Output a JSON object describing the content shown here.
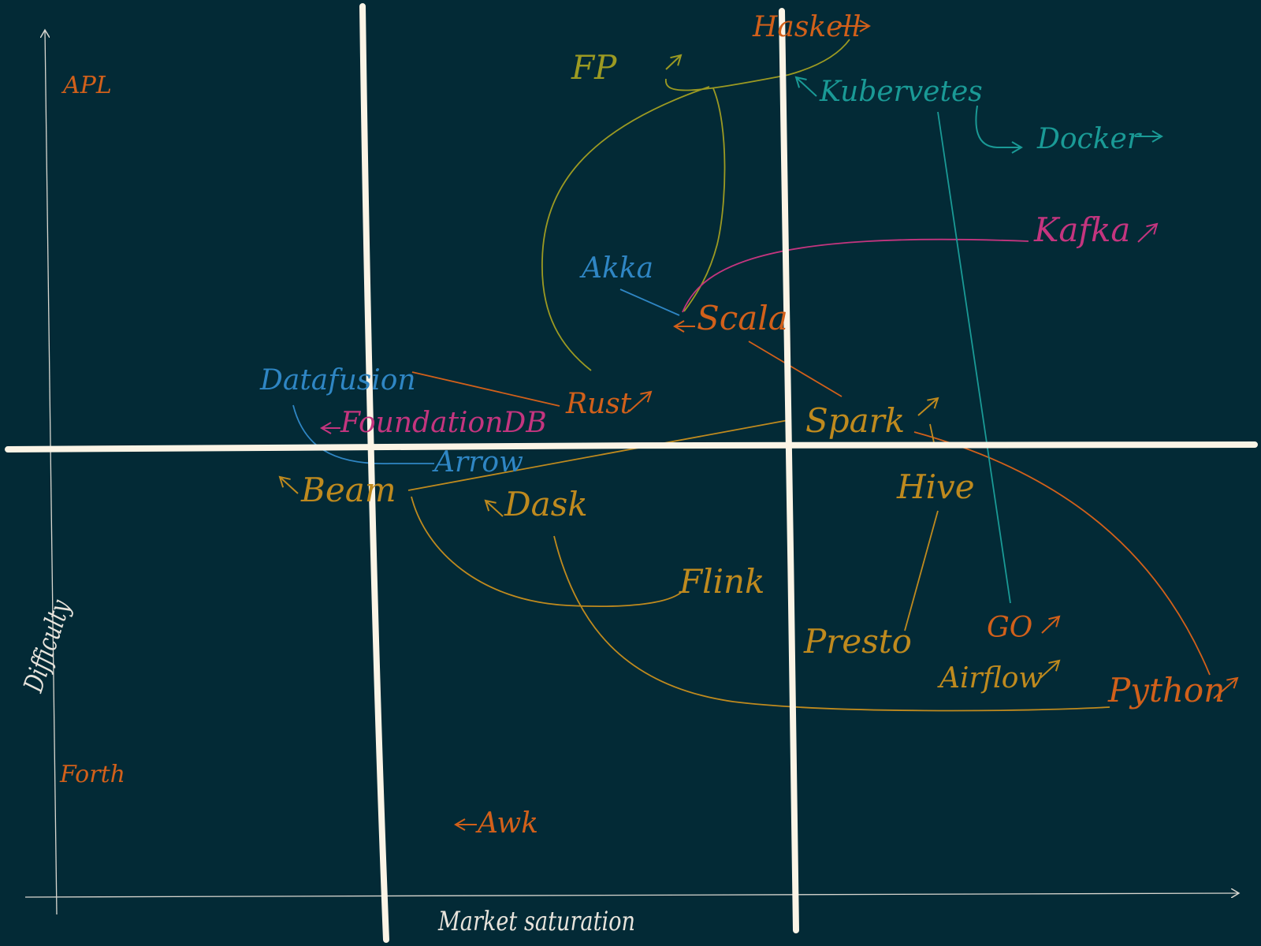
{
  "axes": {
    "x_title": "Market saturation",
    "y_title": "Difficulty"
  },
  "colors": {
    "background": "#032a36",
    "divider": "#fbf4e6",
    "axis": "#d9d7d0",
    "orange": "#d2601a",
    "olive": "#9c9a22",
    "gold": "#bf8a1e",
    "blue": "#2f86c4",
    "teal": "#1a9a96",
    "magenta": "#c4357f"
  },
  "labels": {
    "haskell": "Haskell",
    "fp": "FP",
    "kubernetes": "Kubervetes",
    "docker": "Docker",
    "apl": "APL",
    "kafka": "Kafka",
    "akka": "Akka",
    "scala": "Scala",
    "datafusion": "Datafusion",
    "rust": "Rust",
    "foundationdb": "FoundationDB",
    "spark": "Spark",
    "arrow": "Arrow",
    "beam": "Beam",
    "dask": "Dask",
    "hive": "Hive",
    "flink": "Flink",
    "presto": "Presto",
    "go": "GO",
    "airflow": "Airflow",
    "python": "Python",
    "forth": "Forth",
    "awk": "Awk"
  }
}
